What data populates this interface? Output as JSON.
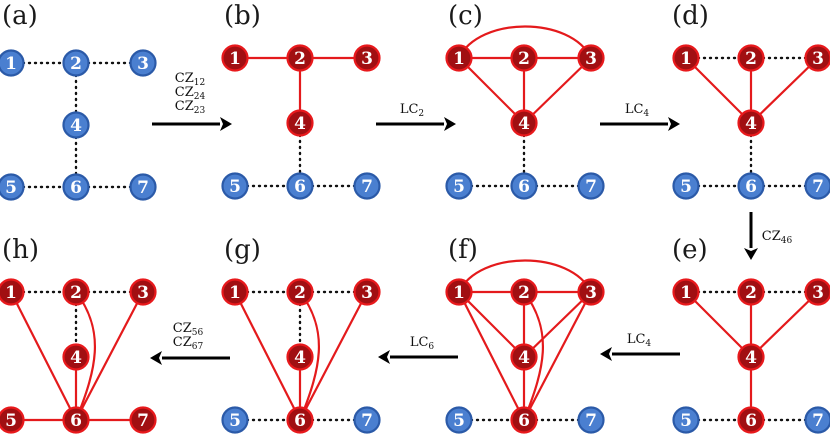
{
  "colors": {
    "blue_fill": "#4a7fd0",
    "blue_stroke": "#2b5aa8",
    "red_fill": "#a10f12",
    "red_stroke": "#e8191c",
    "edge": "#e41a1c",
    "dotted": "#111111",
    "arrow": "#000000"
  },
  "panels": [
    {
      "id": "a",
      "label": "(a)",
      "nodes": {
        "1": "blue",
        "2": "blue",
        "3": "blue",
        "4": "blue",
        "5": "blue",
        "6": "blue",
        "7": "blue"
      },
      "dotted": [
        [
          "1",
          "2"
        ],
        [
          "2",
          "3"
        ],
        [
          "2",
          "4"
        ],
        [
          "4",
          "6"
        ],
        [
          "5",
          "6"
        ],
        [
          "6",
          "7"
        ]
      ],
      "edges": []
    },
    {
      "id": "b",
      "label": "(b)",
      "nodes": {
        "1": "red",
        "2": "red",
        "3": "red",
        "4": "red",
        "5": "blue",
        "6": "blue",
        "7": "blue"
      },
      "dotted": [
        [
          "4",
          "6"
        ],
        [
          "5",
          "6"
        ],
        [
          "6",
          "7"
        ]
      ],
      "edges": [
        [
          "1",
          "2"
        ],
        [
          "2",
          "3"
        ],
        [
          "2",
          "4"
        ]
      ]
    },
    {
      "id": "c",
      "label": "(c)",
      "nodes": {
        "1": "red",
        "2": "red",
        "3": "red",
        "4": "red",
        "5": "blue",
        "6": "blue",
        "7": "blue"
      },
      "dotted": [
        [
          "4",
          "6"
        ],
        [
          "5",
          "6"
        ],
        [
          "6",
          "7"
        ]
      ],
      "edges": [
        [
          "1",
          "2"
        ],
        [
          "2",
          "3"
        ],
        [
          "2",
          "4"
        ],
        [
          "1",
          "4"
        ],
        [
          "3",
          "4"
        ]
      ],
      "arcs": [
        [
          "1",
          "3"
        ]
      ]
    },
    {
      "id": "d",
      "label": "(d)",
      "nodes": {
        "1": "red",
        "2": "red",
        "3": "red",
        "4": "red",
        "5": "blue",
        "6": "blue",
        "7": "blue"
      },
      "dotted": [
        [
          "1",
          "2"
        ],
        [
          "2",
          "3"
        ],
        [
          "4",
          "6"
        ],
        [
          "5",
          "6"
        ],
        [
          "6",
          "7"
        ]
      ],
      "edges": [
        [
          "1",
          "4"
        ],
        [
          "2",
          "4"
        ],
        [
          "3",
          "4"
        ]
      ]
    },
    {
      "id": "e",
      "label": "(e)",
      "nodes": {
        "1": "red",
        "2": "red",
        "3": "red",
        "4": "red",
        "5": "blue",
        "6": "red",
        "7": "blue"
      },
      "dotted": [
        [
          "1",
          "2"
        ],
        [
          "2",
          "3"
        ],
        [
          "5",
          "6"
        ],
        [
          "6",
          "7"
        ]
      ],
      "edges": [
        [
          "1",
          "4"
        ],
        [
          "2",
          "4"
        ],
        [
          "3",
          "4"
        ],
        [
          "4",
          "6"
        ]
      ]
    },
    {
      "id": "f",
      "label": "(f)",
      "nodes": {
        "1": "red",
        "2": "red",
        "3": "red",
        "4": "red",
        "5": "blue",
        "6": "red",
        "7": "blue"
      },
      "dotted": [
        [
          "5",
          "6"
        ],
        [
          "6",
          "7"
        ]
      ],
      "edges": [
        [
          "1",
          "2"
        ],
        [
          "2",
          "3"
        ],
        [
          "1",
          "4"
        ],
        [
          "2",
          "4"
        ],
        [
          "3",
          "4"
        ],
        [
          "4",
          "6"
        ],
        [
          "1",
          "6"
        ],
        [
          "3",
          "6"
        ]
      ],
      "arcs": [
        [
          "1",
          "3"
        ]
      ],
      "curves": [
        [
          "2",
          "6"
        ]
      ]
    },
    {
      "id": "g",
      "label": "(g)",
      "nodes": {
        "1": "red",
        "2": "red",
        "3": "red",
        "4": "red",
        "5": "blue",
        "6": "red",
        "7": "blue"
      },
      "dotted": [
        [
          "1",
          "2"
        ],
        [
          "2",
          "3"
        ],
        [
          "2",
          "4"
        ],
        [
          "5",
          "6"
        ],
        [
          "6",
          "7"
        ]
      ],
      "edges": [
        [
          "4",
          "6"
        ],
        [
          "1",
          "6"
        ],
        [
          "3",
          "6"
        ]
      ],
      "curves": [
        [
          "2",
          "6"
        ]
      ]
    },
    {
      "id": "h",
      "label": "(h)",
      "nodes": {
        "1": "red",
        "2": "red",
        "3": "red",
        "4": "red",
        "5": "red",
        "6": "red",
        "7": "red"
      },
      "dotted": [
        [
          "1",
          "2"
        ],
        [
          "2",
          "3"
        ],
        [
          "2",
          "4"
        ]
      ],
      "edges": [
        [
          "4",
          "6"
        ],
        [
          "1",
          "6"
        ],
        [
          "3",
          "6"
        ],
        [
          "5",
          "6"
        ],
        [
          "6",
          "7"
        ]
      ],
      "curves": [
        [
          "2",
          "6"
        ]
      ]
    }
  ],
  "operations": [
    {
      "id": "a-b",
      "lines": [
        {
          "main": "CZ",
          "sub": "12"
        },
        {
          "main": "CZ",
          "sub": "24"
        },
        {
          "main": "CZ",
          "sub": "23"
        }
      ]
    },
    {
      "id": "b-c",
      "lines": [
        {
          "main": "LC",
          "sub": "2"
        }
      ]
    },
    {
      "id": "c-d",
      "lines": [
        {
          "main": "LC",
          "sub": "4"
        }
      ]
    },
    {
      "id": "d-e",
      "lines": [
        {
          "main": "CZ",
          "sub": "46"
        }
      ]
    },
    {
      "id": "e-f",
      "lines": [
        {
          "main": "LC",
          "sub": "4"
        }
      ]
    },
    {
      "id": "f-g",
      "lines": [
        {
          "main": "LC",
          "sub": "6"
        }
      ]
    },
    {
      "id": "g-h",
      "lines": [
        {
          "main": "CZ",
          "sub": "56"
        },
        {
          "main": "CZ",
          "sub": "67"
        }
      ]
    }
  ]
}
